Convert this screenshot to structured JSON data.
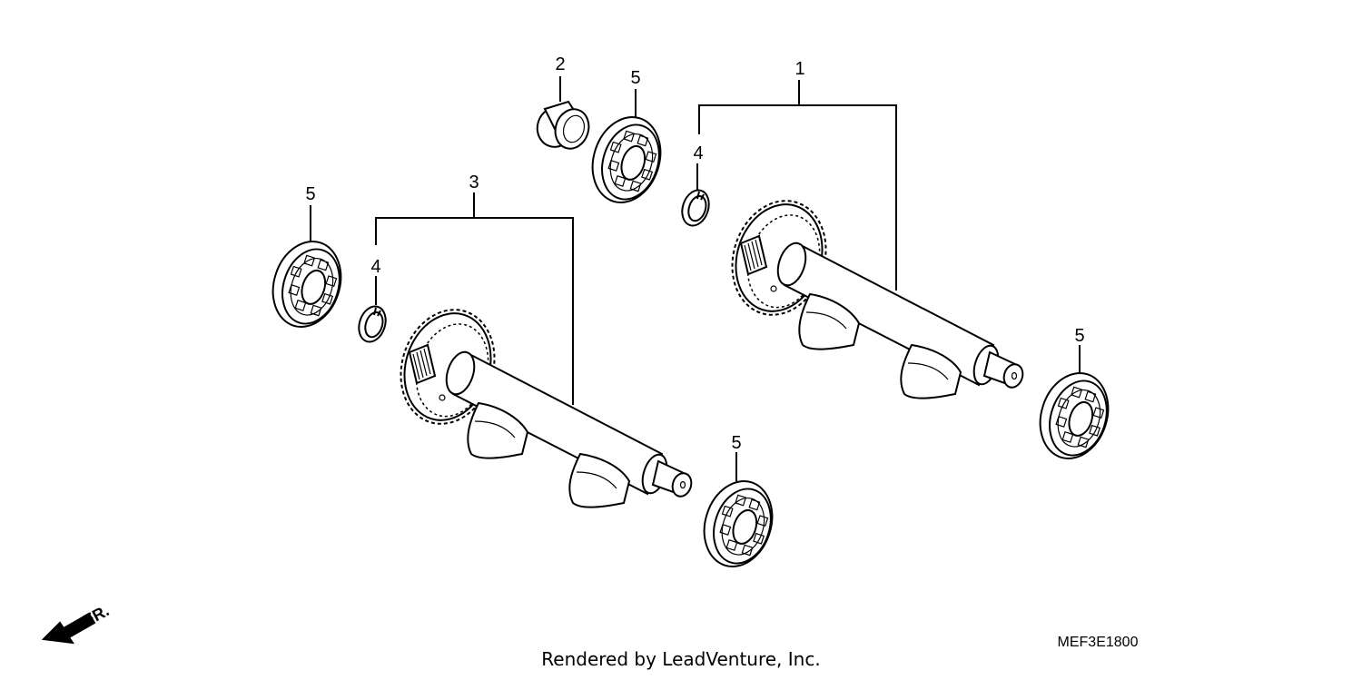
{
  "callouts": {
    "shaft_upper": "1",
    "collar": "2",
    "shaft_lower": "3",
    "circlip_upper": "4",
    "circlip_lower": "4",
    "bearing_top": "5",
    "bearing_left": "5",
    "bearing_right": "5",
    "bearing_bottom": "5"
  },
  "direction_label": "FR.",
  "diagram_code": "MEF3E1800",
  "credit": "Rendered by LeadVenture, Inc."
}
